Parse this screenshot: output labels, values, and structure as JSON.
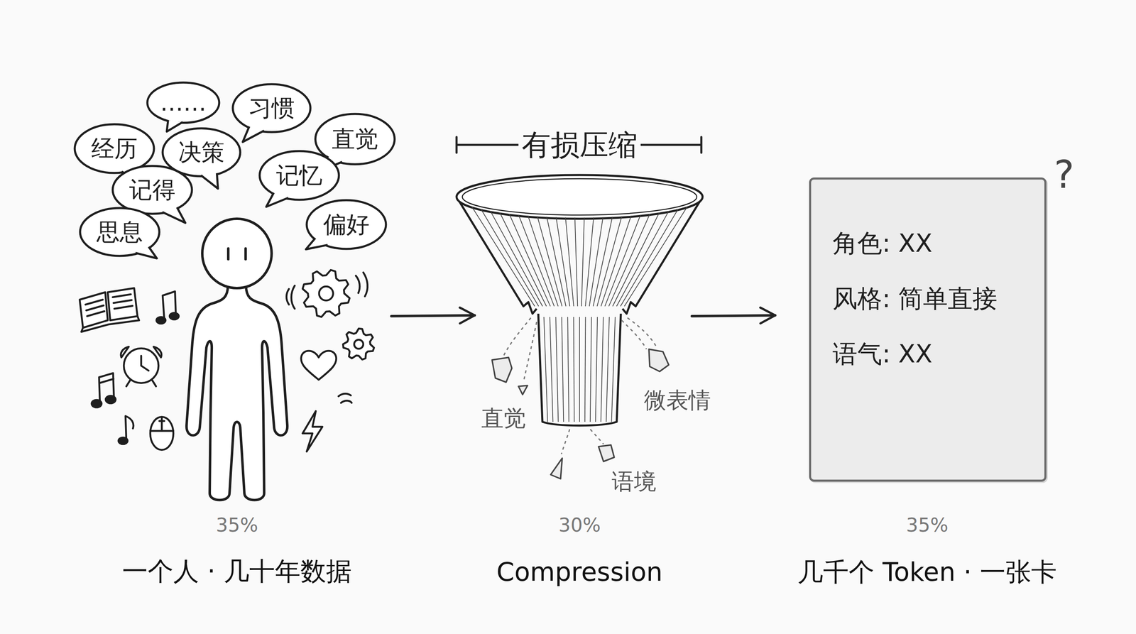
{
  "diagram": {
    "nodes": [
      {
        "text": [
          "……"
        ]
      },
      {
        "text": [
          "习惯"
        ]
      },
      {
        "text": [
          "经历"
        ]
      },
      {
        "text": [
          "决策"
        ]
      },
      {
        "text": [
          "直觉"
        ]
      },
      {
        "text": [
          "记得"
        ]
      },
      {
        "text": [
          "记忆"
        ]
      },
      {
        "text": [
          "思息"
        ]
      },
      {
        "text": [
          "偏好"
        ]
      },
      {
        "text": [
          "角色: XX",
          "风格: 简单直接",
          "语气: XX"
        ]
      }
    ],
    "labels": [
      "有损压缩",
      "直觉",
      "微表情",
      "语境",
      "35%",
      "30%",
      "35%",
      "一个人 · 几十年数据",
      "Compression",
      "几千个 Token · 一张卡",
      "?"
    ]
  }
}
